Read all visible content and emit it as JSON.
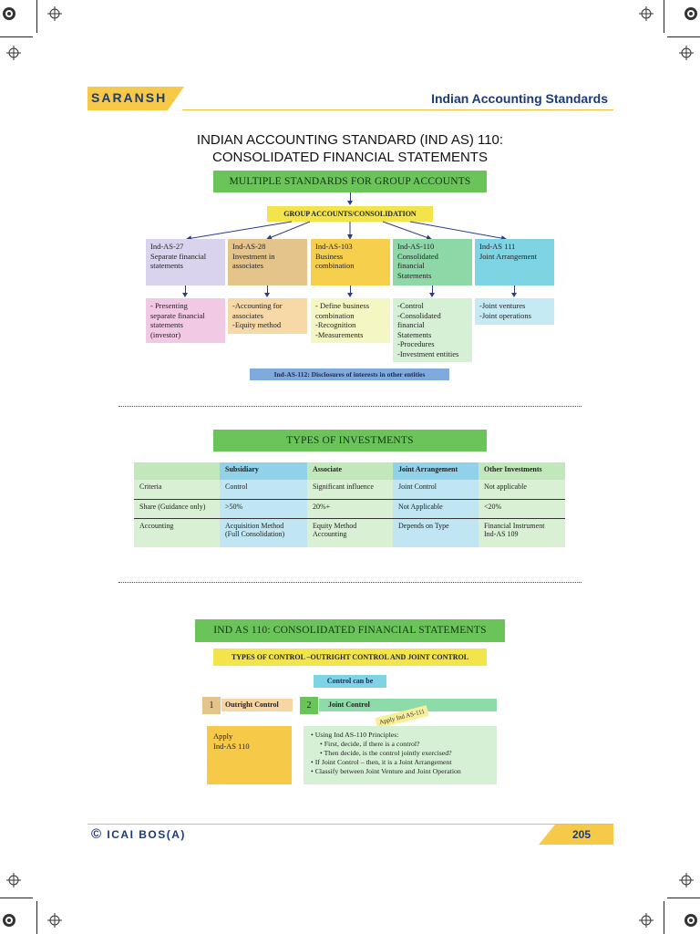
{
  "header": {
    "brand": "SARANSH",
    "section_title": "Indian Accounting Standards"
  },
  "title": {
    "line1": "INDIAN ACCOUNTING STANDARD (IND AS) 110:",
    "line2": "CONSOLIDATED FINANCIAL STATEMENTS"
  },
  "flow": {
    "banner": "MULTIPLE STANDARDS FOR GROUP ACCOUNTS",
    "sub_banner": "GROUP ACCOUNTS/CONSOLIDATION",
    "standards": [
      {
        "line1": "Ind-AS-27",
        "line2": "Separate financial",
        "line3": "statements",
        "line4": "",
        "color": "#d9d3ee"
      },
      {
        "line1": "Ind-AS-28",
        "line2": "Investment in",
        "line3": "associates",
        "line4": "",
        "color": "#e5c48b"
      },
      {
        "line1": "Ind-AS-103",
        "line2": "Business",
        "line3": "combination",
        "line4": "",
        "color": "#f6d04d"
      },
      {
        "line1": "Ind-AS-110",
        "line2": "Consolidated",
        "line3": "financial",
        "line4": "Statements",
        "color": "#8ed8a8"
      },
      {
        "line1": "Ind-AS 111",
        "line2": "Joint Arrangement",
        "line3": "",
        "line4": "",
        "color": "#7fd4e4"
      }
    ],
    "details": [
      {
        "lines": [
          "- Presenting",
          "separate financial",
          "statements",
          "(investor)",
          "",
          ""
        ],
        "color": "#f1c9e4"
      },
      {
        "lines": [
          "-Accounting for",
          "associates",
          "-Equity method",
          "",
          "",
          ""
        ],
        "color": "#f7d9a8"
      },
      {
        "lines": [
          "- Define business",
          "combination",
          "-Recognition",
          "-Measurements",
          "",
          ""
        ],
        "color": "#f4f6c3"
      },
      {
        "lines": [
          "-Control",
          "-Consolidated",
          "financial",
          "Statements",
          "-Procedures",
          "-Investment entities"
        ],
        "color": "#d6f0d6"
      },
      {
        "lines": [
          "-Joint ventures",
          "-Joint operations",
          "",
          "",
          "",
          ""
        ],
        "color": "#c6eaf4"
      }
    ],
    "disclosure": "Ind-AS-112: Disclosures of interests in other entities"
  },
  "investments": {
    "banner": "TYPES OF INVESTMENTS",
    "headers": [
      "",
      "Subsidiary",
      "Associate",
      "Joint Arrangement",
      "Other Investments"
    ],
    "rows": [
      {
        "cells": [
          "Criteria",
          "Control",
          "Significant influence",
          "Joint Control",
          "Not applicable"
        ],
        "sub": [
          "",
          "",
          "",
          "",
          ""
        ]
      },
      {
        "cells": [
          "Share (Guidance only)",
          ">50%",
          "20%+",
          "Not Applicable",
          "<20%"
        ],
        "sub": [
          "",
          "",
          "",
          "",
          ""
        ]
      },
      {
        "cells": [
          "Accounting",
          "Acquisition Method",
          "Equity Method",
          "Depends on Type",
          "Financial Instrument"
        ],
        "sub": [
          "",
          "(Full Consolidation)",
          "Accounting",
          "",
          "Ind-AS 109"
        ]
      }
    ]
  },
  "ind_as_110": {
    "banner": "IND AS 110: CONSOLIDATED FINANCIAL STATEMENTS",
    "control_banner": "TYPES OF CONTROL –OUTRIGHT CONTROL AND JOINT CONTROL",
    "control_can_be": "Control can be",
    "option1_num": "1",
    "option1_label": "Outright Control",
    "option2_num": "2",
    "option2_label": "Joint Control",
    "sticky_note": "Apply Ind AS-111",
    "apply_line1": "Apply",
    "apply_line2": "Ind-AS 110",
    "bullets": [
      "Using Ind AS-110 Principles:",
      "First, decide, if there is a control?",
      "Then decide, is the control jointly exercised?",
      "If Joint Control – then, it is a Joint Arrangement",
      "Classify between Joint Venture and Joint Operation"
    ]
  },
  "footer": {
    "copyright_symbol": "©",
    "org": "ICAI BOS(A)",
    "page": "205"
  }
}
